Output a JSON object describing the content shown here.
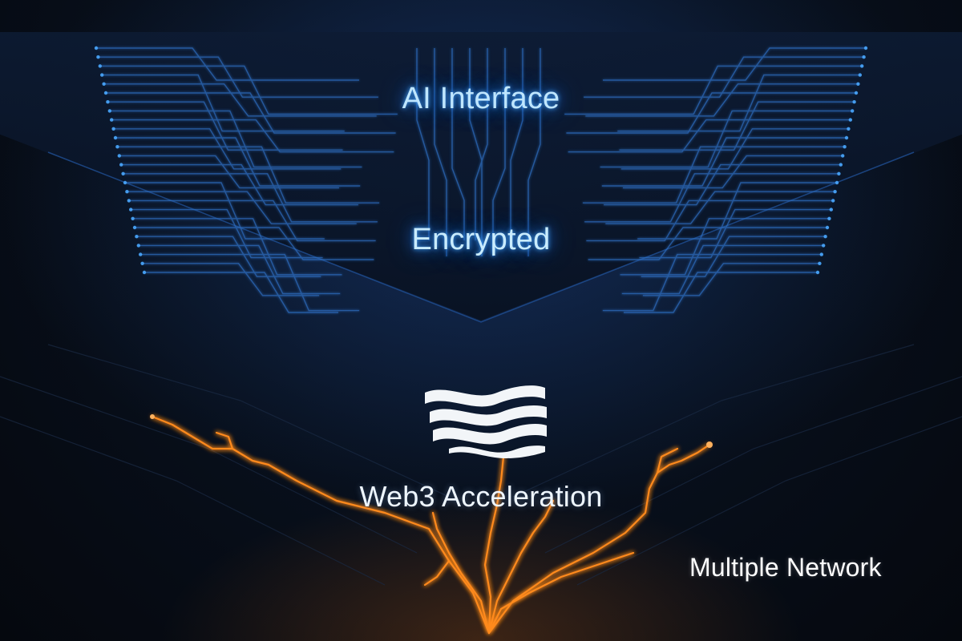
{
  "labels": {
    "ai_interface": "AI Interface",
    "encrypted": "Encrypted",
    "web3_acceleration": "Web3 Acceleration",
    "multiple_network": "Multiple Network"
  },
  "colors": {
    "background": "#070b12",
    "circuit_blue": "#2f6fc4",
    "glow_blue": "#4aa8ff",
    "lightning_orange": "#ff8a1f",
    "logo_white": "#f2f5f8"
  },
  "icons": {
    "logo": "wave-flag-logo-icon"
  }
}
